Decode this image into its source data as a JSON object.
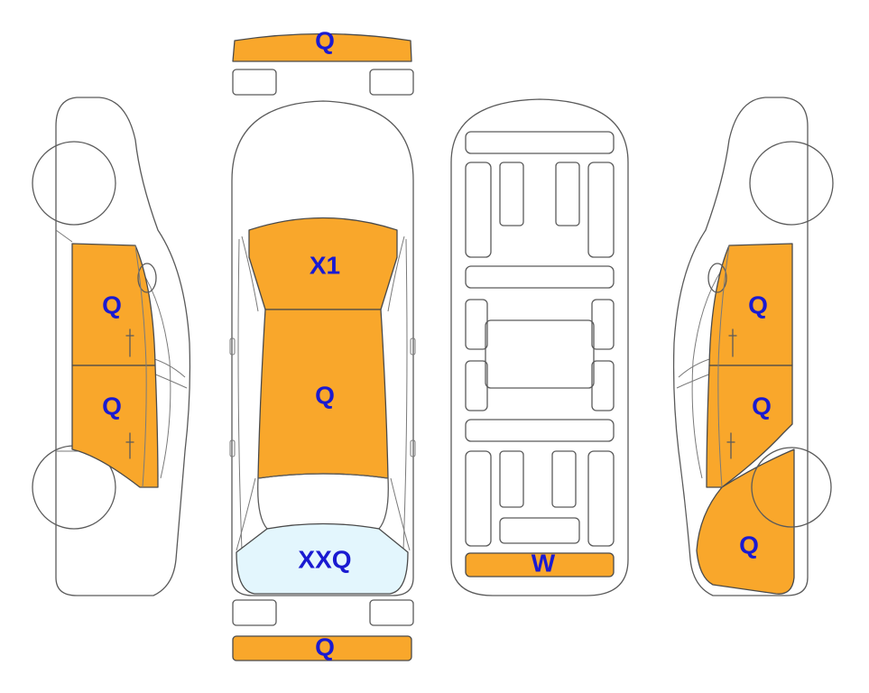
{
  "colors": {
    "marked": "#f9a72b",
    "glass_marked": "#e3f6fd",
    "code_text": "#1a1ad1",
    "outline": "#5a5a5a"
  },
  "codes": {
    "front_bumper": "Q",
    "rear_bumper": "Q",
    "hood": "X1",
    "roof": "Q",
    "rear_window": "XXQ",
    "left_front_door": "Q",
    "left_rear_door": "Q",
    "right_front_door": "Q",
    "right_rear_door": "Q",
    "right_rear_quarter": "Q",
    "underbody_rear": "W"
  }
}
